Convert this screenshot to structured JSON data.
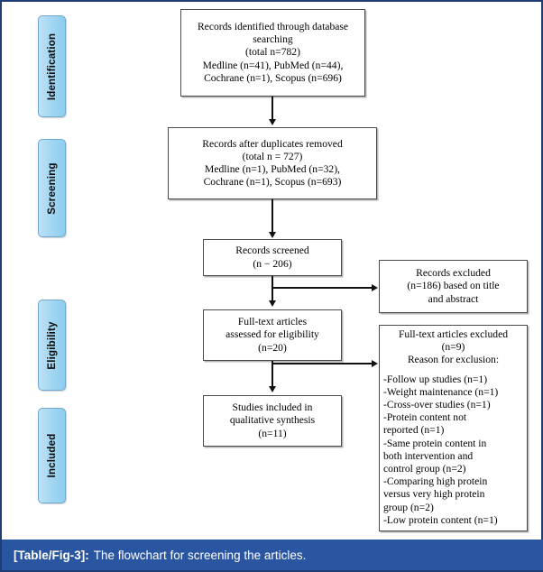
{
  "figure": {
    "caption_tag": "[Table/Fig-3]:",
    "caption_text": "The flowchart for screening the articles.",
    "border_color": "#1f3c74",
    "caption_bg": "#2a55a1"
  },
  "stages": [
    {
      "label": "Identification"
    },
    {
      "label": "Screening"
    },
    {
      "label": "Eligibility"
    },
    {
      "label": "Included"
    }
  ],
  "boxes": {
    "identified": {
      "name": "records-identified",
      "lines": [
        "Records identified through database",
        "searching",
        "(total n=782)",
        "Medline (n=41), PubMed (n=44),",
        "Cochrane (n=1), Scopus (n=696)"
      ]
    },
    "after_duplicates": {
      "name": "records-after-duplicates",
      "lines": [
        "Records after duplicates removed",
        "(total n = 727)",
        "Medline (n=1), PubMed (n=32),",
        "Cochrane (n=1), Scopus (n=693)"
      ]
    },
    "screened": {
      "name": "records-screened",
      "lines": [
        "Records screened",
        "(n − 206)"
      ]
    },
    "eligibility": {
      "name": "fulltext-assessed",
      "lines": [
        "Full-text articles",
        "assessed for eligibility",
        "(n=20)"
      ]
    },
    "included": {
      "name": "studies-included",
      "lines": [
        "Studies included in",
        "qualitative synthesis",
        "(n=11)"
      ]
    },
    "records_excluded": {
      "name": "records-excluded",
      "lines": [
        "Records excluded",
        "(n=186) based on title",
        "and abstract"
      ]
    },
    "fulltext_excluded": {
      "name": "fulltext-excluded",
      "header": [
        "Full-text articles excluded",
        "(n=9)",
        "Reason for exclusion:"
      ],
      "reasons": [
        "-Follow up studies (n=1)",
        "-Weight maintenance (n=1)",
        "-Cross-over studies (n=1)",
        "-Protein content not",
        "reported (n=1)",
        "-Same protein content in",
        "both intervention and",
        "control group (n=2)",
        "-Comparing high protein",
        "versus very high protein",
        "group (n=2)",
        "-Low protein content (n=1)"
      ]
    }
  },
  "chart_data": {
    "type": "flowchart",
    "title": "PRISMA flow diagram for screening the articles",
    "nodes": [
      {
        "id": "identified",
        "stage": "Identification",
        "label": "Records identified through database searching",
        "n": 782,
        "breakdown": {
          "Medline": 41,
          "PubMed": 44,
          "Cochrane": 1,
          "Scopus": 696
        }
      },
      {
        "id": "after_duplicates",
        "stage": "Screening",
        "label": "Records after duplicates removed",
        "n": 727,
        "breakdown": {
          "Medline": 1,
          "PubMed": 32,
          "Cochrane": 1,
          "Scopus": 693
        }
      },
      {
        "id": "screened",
        "stage": "Screening",
        "label": "Records screened",
        "n": 206
      },
      {
        "id": "records_excluded",
        "stage": "Screening",
        "label": "Records excluded based on title and abstract",
        "n": 186
      },
      {
        "id": "eligibility",
        "stage": "Eligibility",
        "label": "Full-text articles assessed for eligibility",
        "n": 20
      },
      {
        "id": "fulltext_excluded",
        "stage": "Eligibility",
        "label": "Full-text articles excluded",
        "n": 9,
        "reasons": [
          {
            "reason": "Follow up studies",
            "n": 1
          },
          {
            "reason": "Weight maintenance",
            "n": 1
          },
          {
            "reason": "Cross-over studies",
            "n": 1
          },
          {
            "reason": "Protein content not reported",
            "n": 1
          },
          {
            "reason": "Same protein content in both intervention and control group",
            "n": 2
          },
          {
            "reason": "Comparing high protein versus very high protein group",
            "n": 2
          },
          {
            "reason": "Low protein content",
            "n": 1
          }
        ]
      },
      {
        "id": "included",
        "stage": "Included",
        "label": "Studies included in qualitative synthesis",
        "n": 11
      }
    ],
    "edges": [
      {
        "from": "identified",
        "to": "after_duplicates",
        "direction": "down"
      },
      {
        "from": "after_duplicates",
        "to": "screened",
        "direction": "down"
      },
      {
        "from": "screened",
        "to": "eligibility",
        "direction": "down"
      },
      {
        "from": "screened",
        "to": "records_excluded",
        "direction": "right"
      },
      {
        "from": "eligibility",
        "to": "included",
        "direction": "down"
      },
      {
        "from": "eligibility",
        "to": "fulltext_excluded",
        "direction": "right"
      }
    ]
  }
}
